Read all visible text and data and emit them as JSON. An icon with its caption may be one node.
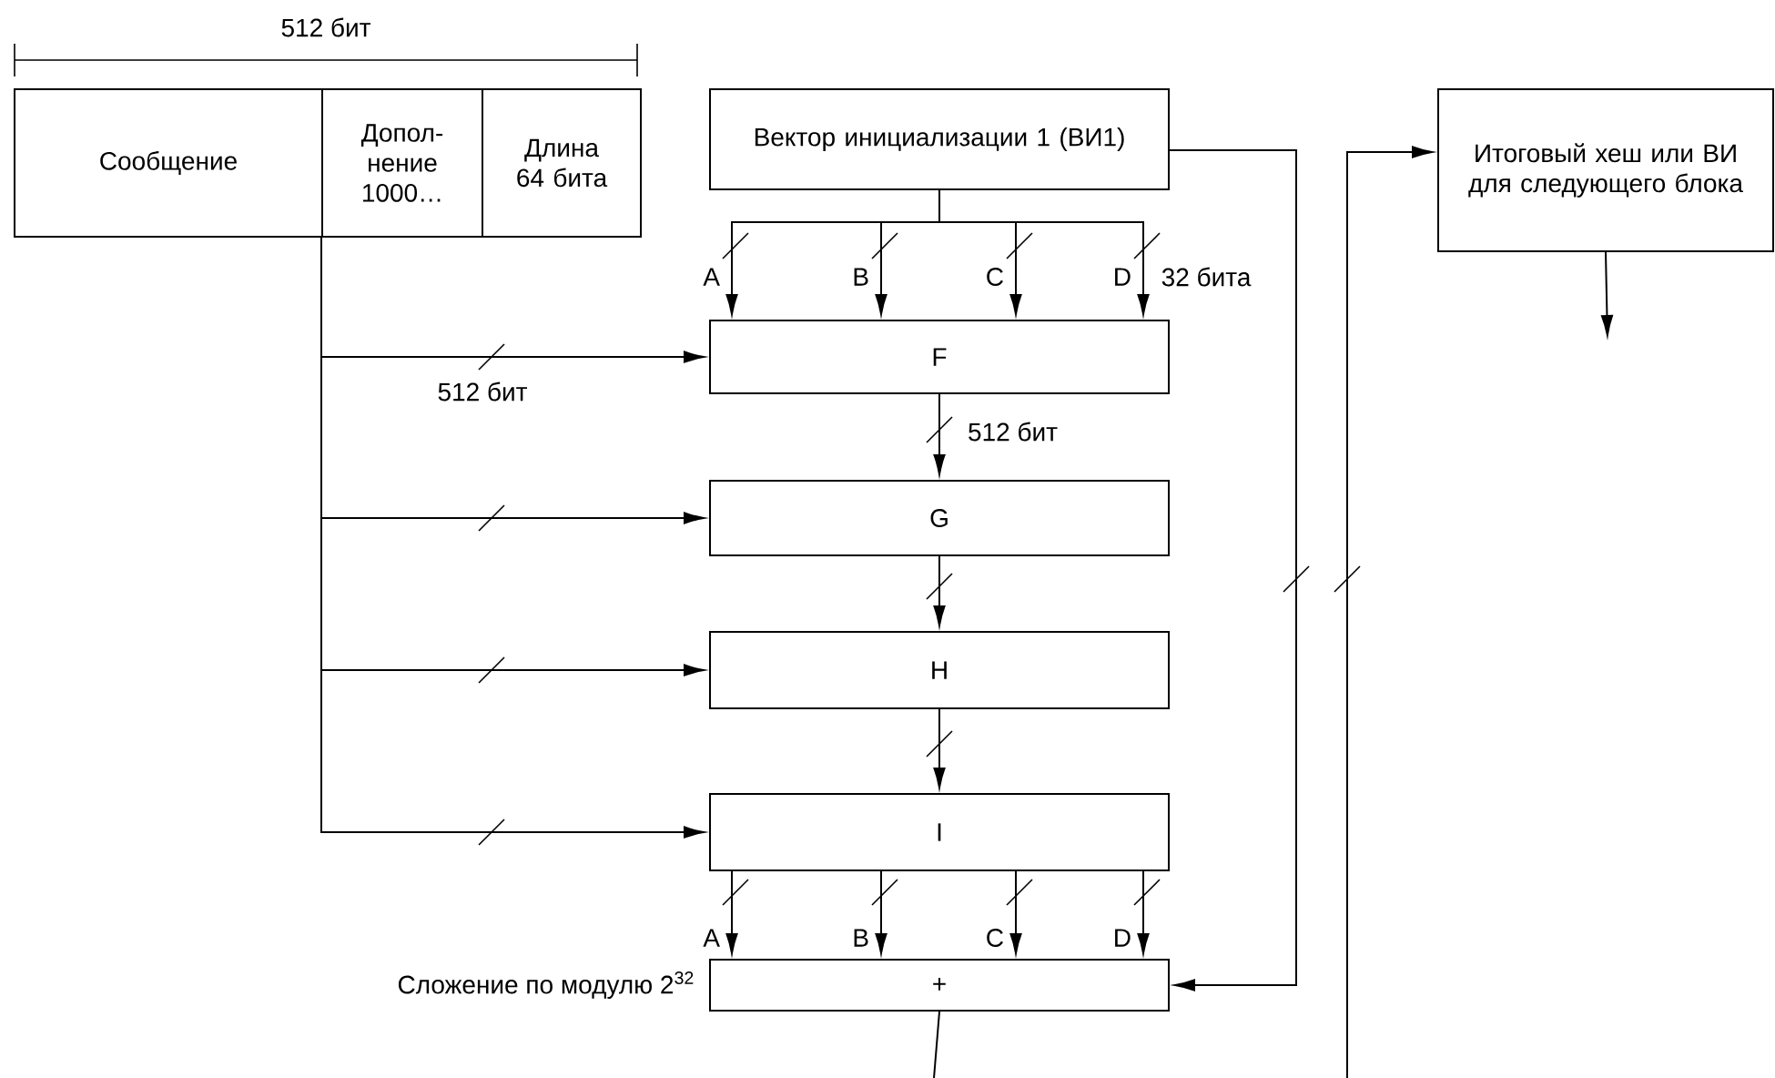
{
  "diagram": {
    "nodes": [
      {
        "text": [
          "Сообщение"
        ]
      },
      {
        "text": [
          "Допол- нение 1000…"
        ]
      },
      {
        "text": [
          "Длина 64 бита"
        ]
      },
      {
        "text": [
          "Вектор инициализации 1 (ВИ1)"
        ]
      },
      {
        "text": [
          "Итоговый хеш или ВИ для следующего блока"
        ]
      },
      {
        "text": [
          "F"
        ]
      },
      {
        "text": [
          "G"
        ]
      },
      {
        "text": [
          "H"
        ]
      },
      {
        "text": [
          "I"
        ]
      },
      {
        "text": [
          "+"
        ],
        "beside": [
          "Сложение по модулю 2$^{32}$"
        ]
      }
    ],
    "edges": [
      {
        "from": 1,
        "to": 5,
        "arrow": "to",
        "label": "512 бит"
      },
      {
        "from": 1,
        "to": 6,
        "arrow": "to"
      },
      {
        "from": 1,
        "to": 7,
        "arrow": "to"
      },
      {
        "from": 1,
        "to": 8,
        "arrow": "to"
      },
      {
        "from": 3,
        "to": 5,
        "arrow": "to",
        "label": "A"
      },
      {
        "from": 3,
        "to": 5,
        "arrow": "to",
        "label": "B"
      },
      {
        "from": 3,
        "to": 5,
        "arrow": "to",
        "label": "C"
      },
      {
        "from": 3,
        "to": 5,
        "arrow": "to",
        "label": "D"
      },
      {
        "from": 5,
        "to": 6,
        "arrow": "to",
        "label": "512 бит"
      },
      {
        "from": 6,
        "to": 7,
        "arrow": "to"
      },
      {
        "from": 7,
        "to": 8,
        "arrow": "to"
      },
      {
        "from": 8,
        "to": 9,
        "arrow": "to",
        "label": "A"
      },
      {
        "from": 8,
        "to": 9,
        "arrow": "to",
        "label": "B"
      },
      {
        "from": 8,
        "to": 9,
        "arrow": "to",
        "label": "C"
      },
      {
        "from": 8,
        "to": 9,
        "arrow": "to",
        "label": "D"
      },
      {
        "from": 3,
        "to": 9,
        "arrow": "to"
      },
      {
        "from": 9,
        "to": null,
        "arrow": "none"
      },
      {
        "from": null,
        "to": 4,
        "arrow": "to"
      },
      {
        "from": 4,
        "to": null,
        "arrow": "to"
      }
    ],
    "labels": [
      "512 бит",
      "32 бита"
    ]
  }
}
